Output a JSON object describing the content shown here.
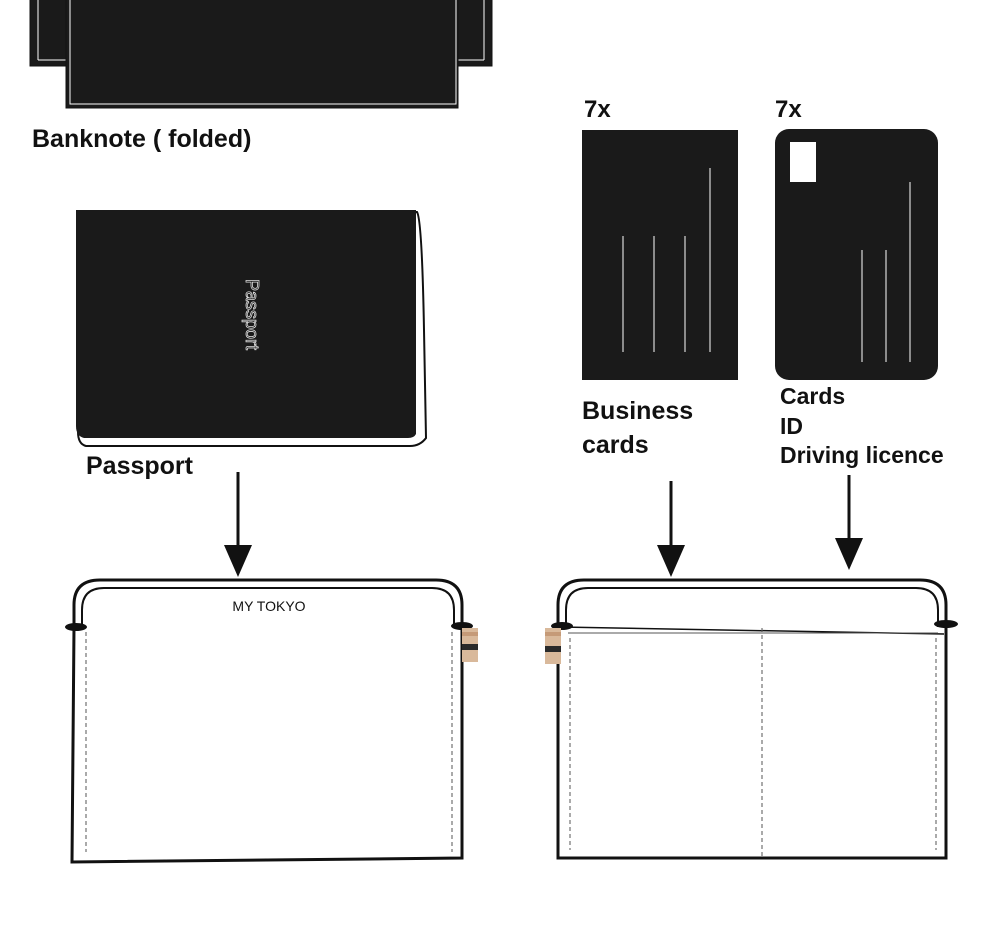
{
  "items": {
    "banknote": {
      "label": "Banknote ( folded)"
    },
    "passport": {
      "label": "Passport",
      "cover_text": "Passport"
    },
    "business_cards": {
      "quantity": "7x",
      "label_line1": "Business",
      "label_line2": "cards"
    },
    "cards": {
      "quantity": "7x",
      "label_line1": "Cards",
      "label_line2": "ID",
      "label_line3": "Driving licence"
    }
  },
  "pouch_front": {
    "brand_text": "MY TOKYO"
  },
  "colors": {
    "ink": "#111111",
    "item_fill": "#1a1a1a",
    "tag_tan": "#d9b99b",
    "tag_dark": "#2a2a2a"
  }
}
